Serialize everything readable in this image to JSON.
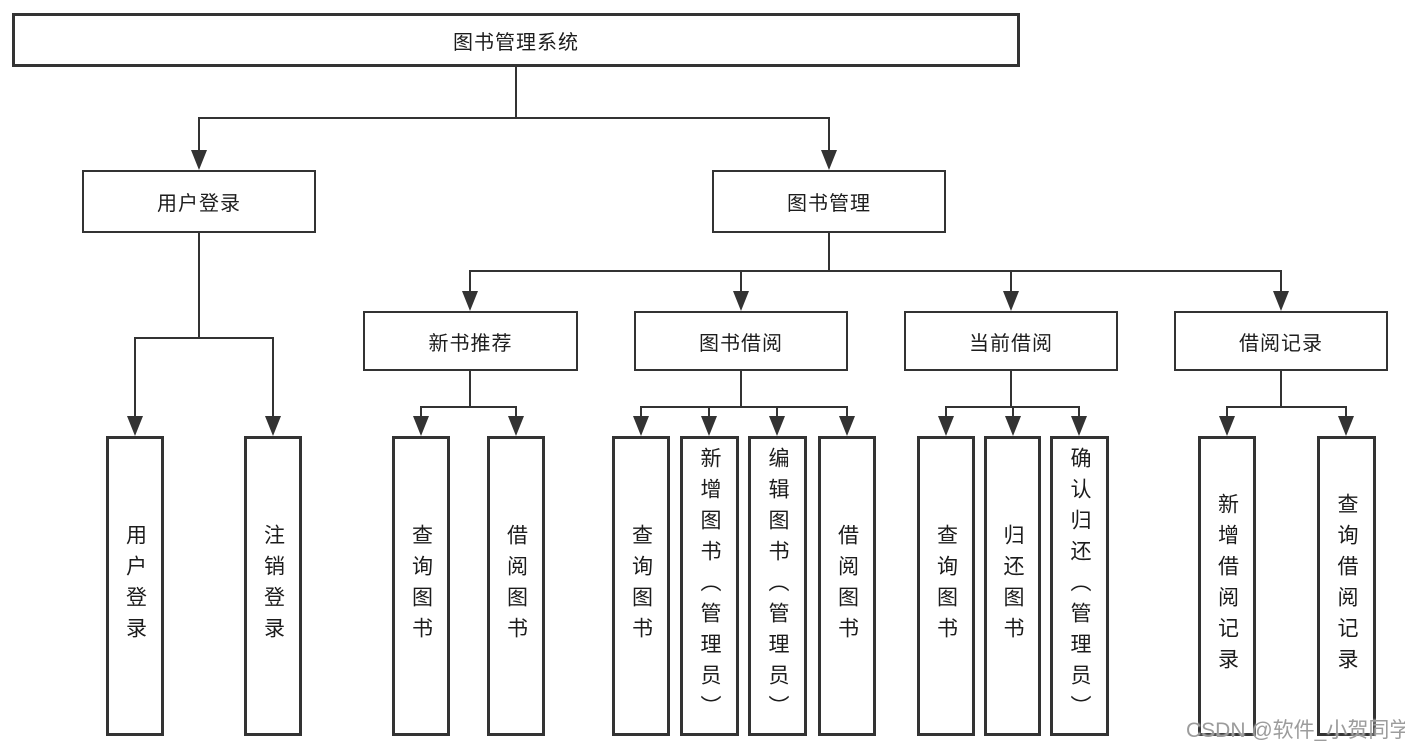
{
  "nodes": {
    "root": "图书管理系统",
    "level2": [
      "用户登录",
      "图书管理"
    ],
    "level3": [
      "新书推荐",
      "图书借阅",
      "当前借阅",
      "借阅记录"
    ],
    "leaves_user_login": [
      "用户登录",
      "注销登录"
    ],
    "leaves_new_book": [
      "查询图书",
      "借阅图书"
    ],
    "leaves_book_borrow": [
      "查询图书",
      "新增图书（管理员）",
      "编辑图书（管理员）",
      "借阅图书"
    ],
    "leaves_current_borrow": [
      "查询图书",
      "归还图书",
      "确认归还（管理员）"
    ],
    "leaves_borrow_record": [
      "新增借阅记录",
      "查询借阅记录"
    ]
  },
  "watermark": "CSDN @软件_小贺同学",
  "colors": {
    "line": "#333333",
    "text": "#1d1d1d",
    "watermark": "#9c9c9c",
    "background": "#ffffff"
  }
}
